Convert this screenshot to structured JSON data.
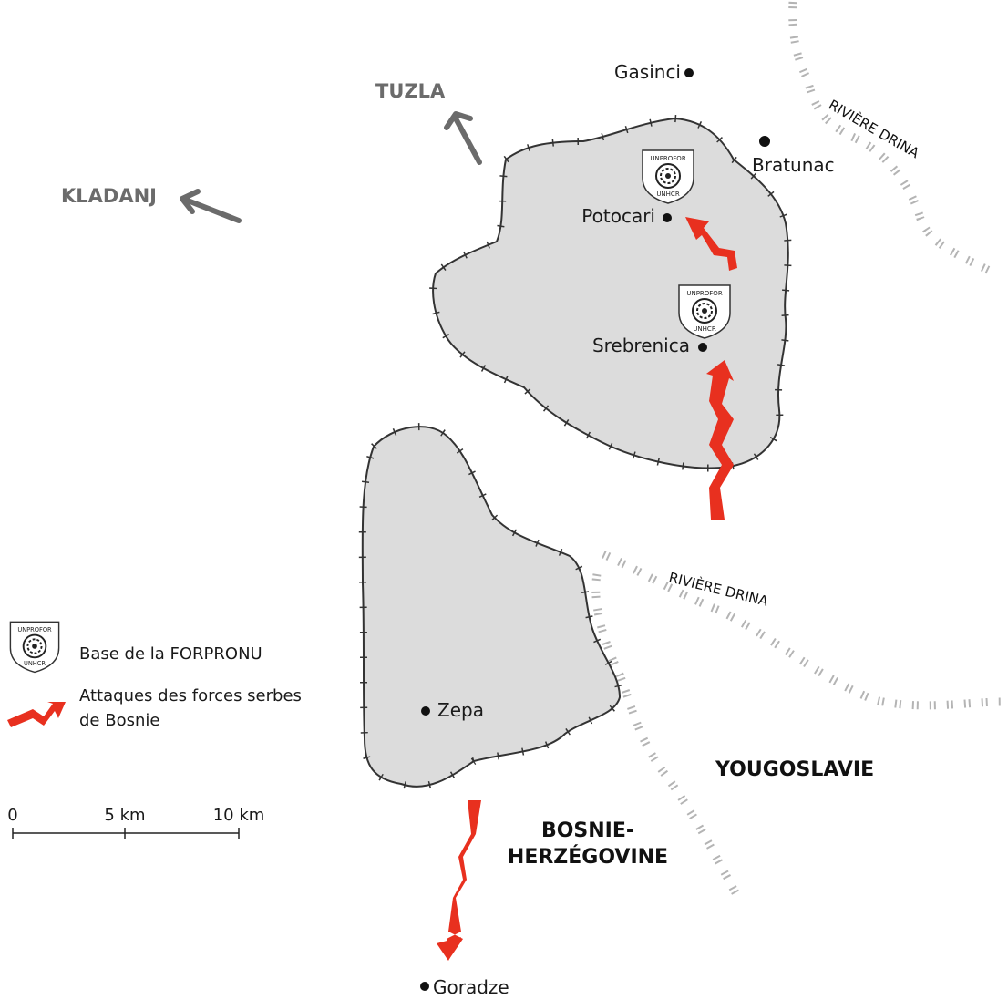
{
  "cities": {
    "gasinci": "Gasinci",
    "bratunac": "Bratunac",
    "potocari": "Potocari",
    "srebrenica": "Srebrenica",
    "zepa": "Zepa",
    "goradze": "Goradze"
  },
  "directions": {
    "tuzla": "TUZLA",
    "kladanj": "KLADANJ"
  },
  "countries": {
    "bosnie_line1": "BOSNIE-",
    "bosnie_line2": "HERZÉGOVINE",
    "yougoslavie": "YOUGOSLAVIE"
  },
  "rivers": {
    "drina_north": "RIVIÈRE DRINA",
    "drina_south": "RIVIÈRE DRINA"
  },
  "legend": {
    "base_label": "Base de la FORPRONU",
    "attack_line1": "Attaques des forces serbes",
    "attack_line2": "de Bosnie"
  },
  "badge": {
    "top": "UNPROFOR",
    "bottom": "UNHCR"
  },
  "scale": {
    "t0": "0",
    "t5": "5 km",
    "t10": "10 km"
  },
  "colors": {
    "enclave_fill": "#dcdcdc",
    "attack_red": "#e8301f",
    "direction_gray": "#6b6b6b",
    "river_gray": "#b4b4b4"
  }
}
